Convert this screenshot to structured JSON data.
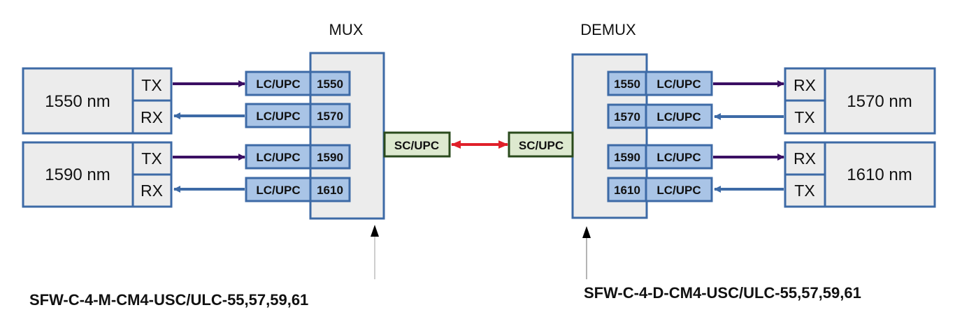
{
  "colors": {
    "box_fill": "#ececec",
    "box_stroke": "#3d6aa6",
    "port_fill": "#a9c4e6",
    "sc_fill": "#dde9cf",
    "sc_stroke": "#2a4a1c",
    "tx_arrow": "#3b0f63",
    "rx_arrow": "#3d6aa6",
    "link_arrow": "#e0202a",
    "pointer_arrow": "#000000"
  },
  "mux": {
    "title": "MUX",
    "model": "SFW-C-4-M-CM4-USC/ULC-55,57,59,61",
    "common_port": "SC/UPC",
    "ports": [
      {
        "connector": "LC/UPC",
        "channel": "1550",
        "direction": "in"
      },
      {
        "connector": "LC/UPC",
        "channel": "1570",
        "direction": "out"
      },
      {
        "connector": "LC/UPC",
        "channel": "1590",
        "direction": "in"
      },
      {
        "connector": "LC/UPC",
        "channel": "1610",
        "direction": "out"
      }
    ],
    "transceivers": [
      {
        "wavelength": "1550 nm",
        "top": "TX",
        "bottom": "RX"
      },
      {
        "wavelength": "1590 nm",
        "top": "TX",
        "bottom": "RX"
      }
    ]
  },
  "demux": {
    "title": "DEMUX",
    "model": "SFW-C-4-D-CM4-USC/ULC-55,57,59,61",
    "common_port": "SC/UPC",
    "ports": [
      {
        "connector": "LC/UPC",
        "channel": "1550",
        "direction": "out"
      },
      {
        "connector": "LC/UPC",
        "channel": "1570",
        "direction": "in"
      },
      {
        "connector": "LC/UPC",
        "channel": "1590",
        "direction": "out"
      },
      {
        "connector": "LC/UPC",
        "channel": "1610",
        "direction": "in"
      }
    ],
    "transceivers": [
      {
        "wavelength": "1570 nm",
        "top": "RX",
        "bottom": "TX"
      },
      {
        "wavelength": "1610 nm",
        "top": "RX",
        "bottom": "TX"
      }
    ]
  }
}
